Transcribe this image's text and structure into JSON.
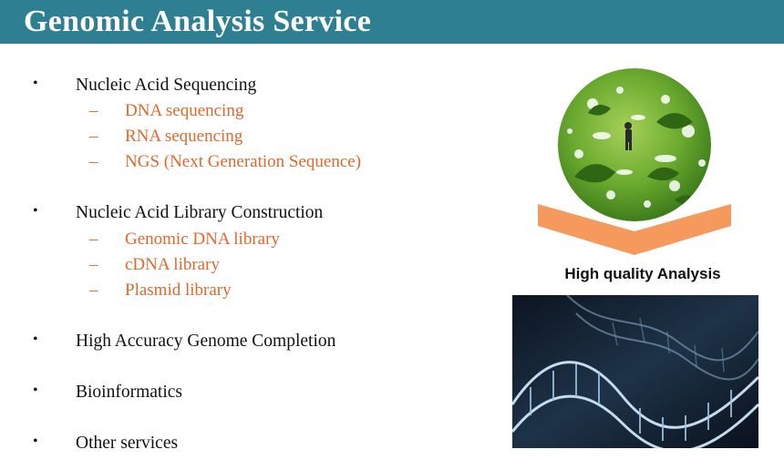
{
  "header": {
    "title": "Genomic Analysis Service"
  },
  "sections": [
    {
      "label": "Nucleic Acid Sequencing",
      "items": [
        "DNA sequencing",
        "RNA sequencing",
        "NGS (Next Generation Sequence)"
      ]
    },
    {
      "label": "Nucleic Acid Library Construction",
      "items": [
        "Genomic DNA library",
        "cDNA library",
        "Plasmid library"
      ]
    },
    {
      "label": "High Accuracy Genome Completion",
      "items": []
    },
    {
      "label": "Bioinformatics",
      "items": []
    },
    {
      "label": "Other services",
      "items": []
    }
  ],
  "right_panel": {
    "caption": "High quality Analysis",
    "colors": {
      "header": "#2e7f91",
      "arrow": "#f59a5c",
      "accent_text": "#e0682b",
      "globe_green": "#6aaa2e"
    }
  }
}
